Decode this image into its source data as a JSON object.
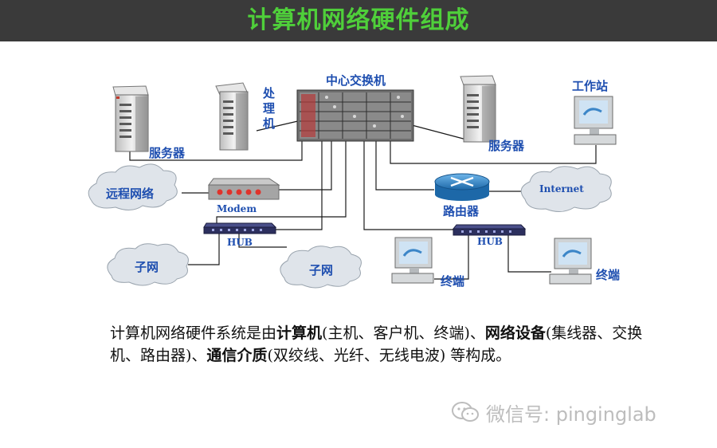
{
  "title": "计算机网络硬件组成",
  "labels": {
    "core_switch": "中心交换机",
    "server_left": "服务器",
    "processor": "处理机",
    "server_right": "服务器",
    "workstation": "工作站",
    "remote_network": "远程网络",
    "modem": "Modem",
    "router": "路由器",
    "internet": "Internet",
    "hub_left": "HUB",
    "hub_right": "HUB",
    "subnet_1": "子网",
    "subnet_2": "子网",
    "terminal_1": "终端",
    "terminal_2": "终端"
  },
  "description": {
    "t1": "计算机网络硬件系统是由",
    "b1": "计算机",
    "t2": "(主机、客户机、终端)、",
    "b2": "网络设备",
    "t3": "(集线器、交换机、路由器)、",
    "b3": "通信介质",
    "t4": "(双绞线、光纤、无线电波) 等构成。"
  },
  "watermark": "微信号: pinginglab",
  "colors": {
    "title_bar": "#3a3a3a",
    "title_text": "#4fcf3a",
    "label": "#1f4fb0",
    "router": "#2a7fc4",
    "modem": "#a5a5a5",
    "cloud": "#dfe4ea"
  }
}
